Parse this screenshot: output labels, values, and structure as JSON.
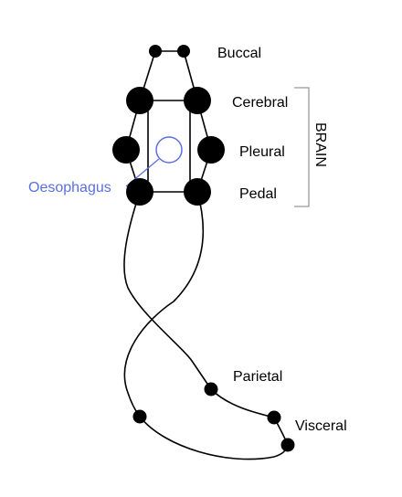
{
  "labels": {
    "buccal": "Buccal",
    "cerebral": "Cerebral",
    "pleural": "Pleural",
    "pedal": "Pedal",
    "brain": "BRAIN",
    "oesophagus": "Oesophagus",
    "parietal": "Parietal",
    "visceral": "Visceral"
  },
  "colors": {
    "ganglion": "#000000",
    "nerve": "#000000",
    "oesophagus": "#5a6fe0",
    "bracket": "#999999"
  }
}
